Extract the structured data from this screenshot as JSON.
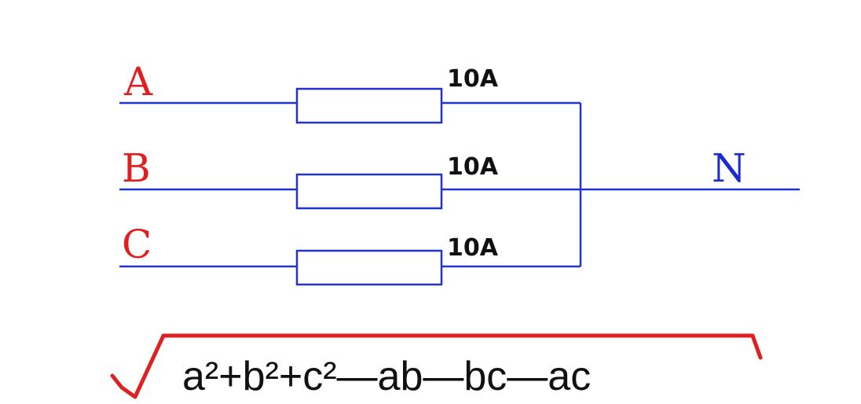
{
  "colors": {
    "wire": "#2233cc",
    "phase_label": "#e02020",
    "neutral_label": "#1a2bd0",
    "rating_label": "#111111",
    "radical": "#e02020",
    "formula": "#111111"
  },
  "phases": [
    {
      "label": "A",
      "rating": "10A"
    },
    {
      "label": "B",
      "rating": "10A"
    },
    {
      "label": "C",
      "rating": "10A"
    }
  ],
  "neutral": {
    "label": "N"
  },
  "formula": {
    "expression": "a²+b²+c²—ab—bc—ac"
  }
}
